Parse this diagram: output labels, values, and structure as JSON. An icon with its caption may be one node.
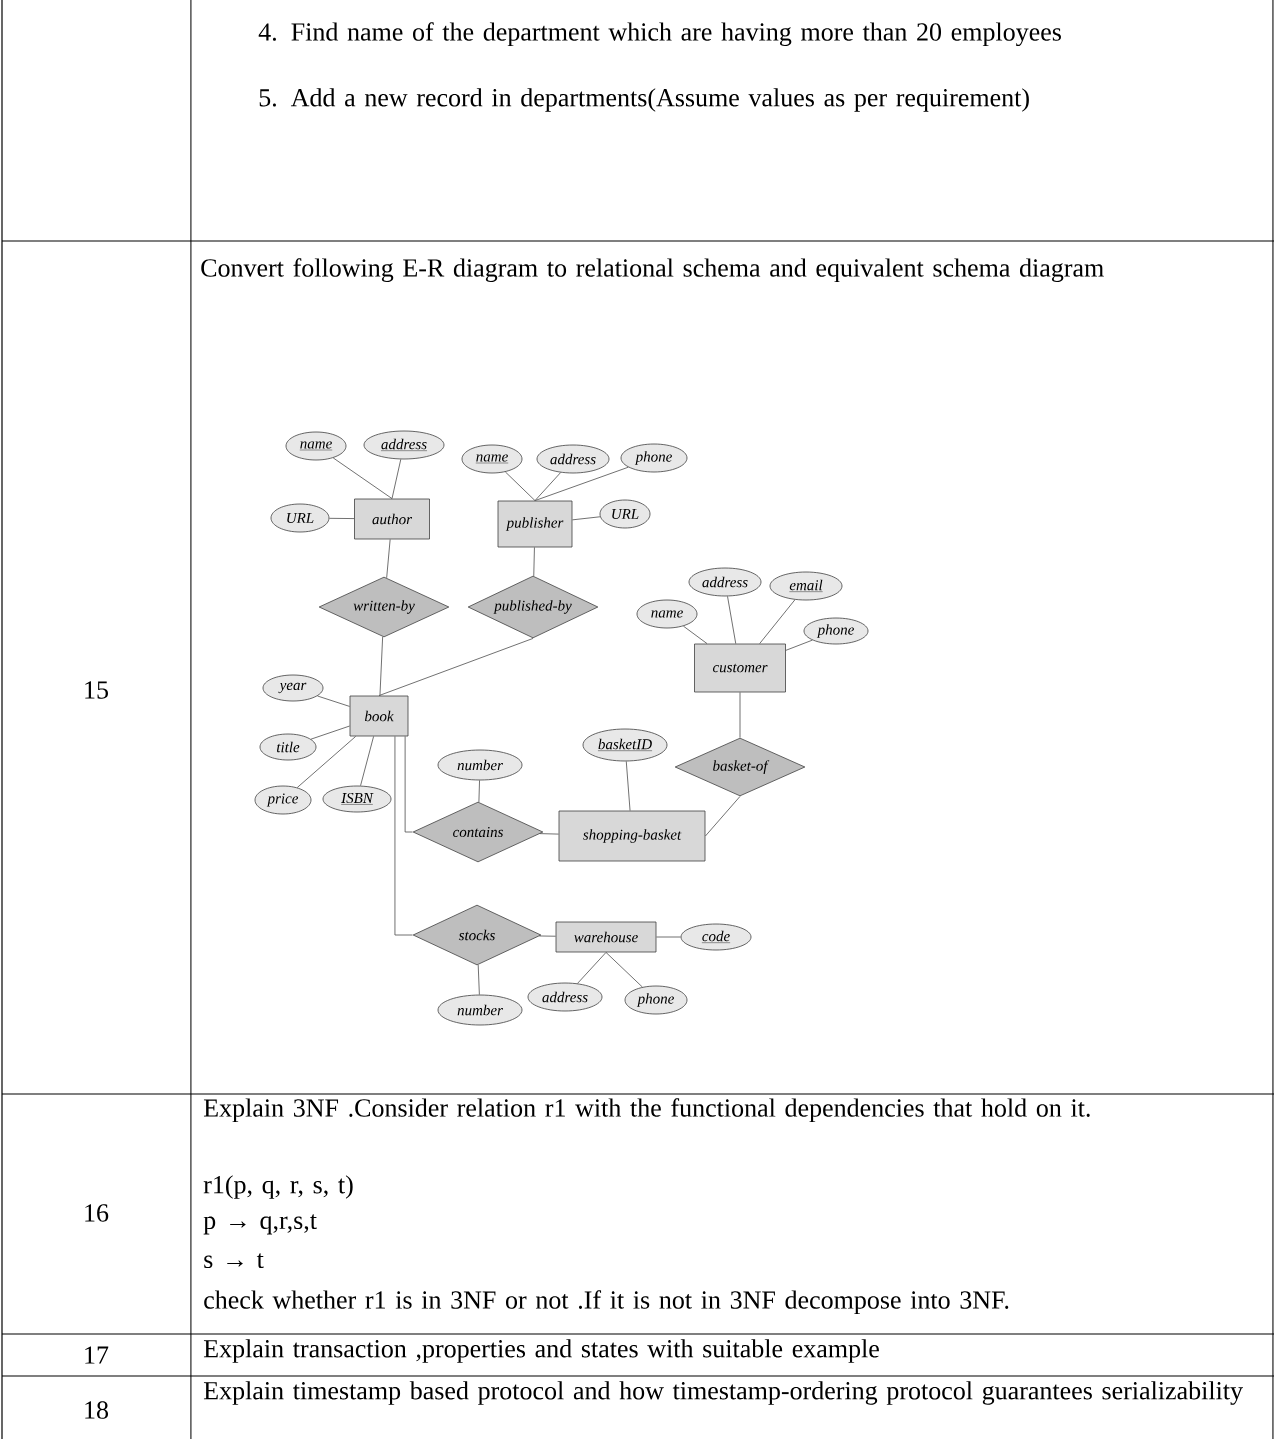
{
  "diagram": {
    "nodes": [
      {
        "text": [
          "name"
        ]
      },
      {
        "text": [
          "address"
        ]
      },
      {
        "text": [
          "URL"
        ]
      },
      {
        "text": [
          "author"
        ]
      },
      {
        "text": [
          "name"
        ]
      },
      {
        "text": [
          "address"
        ]
      },
      {
        "text": [
          "phone"
        ]
      },
      {
        "text": [
          "publisher"
        ]
      },
      {
        "text": [
          "URL"
        ]
      },
      {
        "text": [
          "written-by"
        ]
      },
      {
        "text": [
          "published-by"
        ]
      },
      {
        "text": [
          "address"
        ]
      },
      {
        "text": [
          "email"
        ]
      },
      {
        "text": [
          "name"
        ]
      },
      {
        "text": [
          "phone"
        ]
      },
      {
        "text": [
          "customer"
        ]
      },
      {
        "text": [
          "year"
        ]
      },
      {
        "text": [
          "book"
        ]
      },
      {
        "text": [
          "title"
        ]
      },
      {
        "text": [
          "price"
        ]
      },
      {
        "text": [
          "ISBN"
        ]
      },
      {
        "text": [
          "basketID"
        ]
      },
      {
        "text": [
          "number"
        ]
      },
      {
        "text": [
          "basket-of"
        ]
      },
      {
        "text": [
          "contains"
        ]
      },
      {
        "text": [
          "shopping-basket"
        ]
      },
      {
        "text": [
          "stocks"
        ]
      },
      {
        "text": [
          "warehouse"
        ]
      },
      {
        "text": [
          "code"
        ]
      },
      {
        "text": [
          "number"
        ]
      },
      {
        "text": [
          "address"
        ]
      },
      {
        "text": [
          "phone"
        ]
      }
    ],
    "edges": [
      {
        "from": 0,
        "to": 3,
        "arrow": "none"
      },
      {
        "from": 1,
        "to": 3,
        "arrow": "none"
      },
      {
        "from": 2,
        "to": 3,
        "arrow": "none"
      },
      {
        "from": 4,
        "to": 7,
        "arrow": "none"
      },
      {
        "from": 5,
        "to": 7,
        "arrow": "none"
      },
      {
        "from": 6,
        "to": 7,
        "arrow": "none"
      },
      {
        "from": 8,
        "to": 7,
        "arrow": "none"
      },
      {
        "from": 3,
        "to": 9,
        "arrow": "none"
      },
      {
        "from": 9,
        "to": 17,
        "arrow": "none"
      },
      {
        "from": 7,
        "to": 10,
        "arrow": "none"
      },
      {
        "from": 10,
        "to": 17,
        "arrow": "none"
      },
      {
        "from": 13,
        "to": 15,
        "arrow": "none"
      },
      {
        "from": 11,
        "to": 15,
        "arrow": "none"
      },
      {
        "from": 12,
        "to": 15,
        "arrow": "none"
      },
      {
        "from": 14,
        "to": 15,
        "arrow": "none"
      },
      {
        "from": 15,
        "to": 23,
        "arrow": "none"
      },
      {
        "from": 23,
        "to": 25,
        "arrow": "none"
      },
      {
        "from": 16,
        "to": 17,
        "arrow": "none"
      },
      {
        "from": 18,
        "to": 17,
        "arrow": "none"
      },
      {
        "from": 19,
        "to": 17,
        "arrow": "none"
      },
      {
        "from": 20,
        "to": 17,
        "arrow": "none"
      },
      {
        "from": 17,
        "to": 24,
        "arrow": "none"
      },
      {
        "from": 22,
        "to": 24,
        "arrow": "none"
      },
      {
        "from": 24,
        "to": 25,
        "arrow": "none"
      },
      {
        "from": 21,
        "to": 25,
        "arrow": "none"
      },
      {
        "from": 17,
        "to": 26,
        "arrow": "none"
      },
      {
        "from": 26,
        "to": 27,
        "arrow": "none"
      },
      {
        "from": 27,
        "to": 28,
        "arrow": "none"
      },
      {
        "from": 26,
        "to": 29,
        "arrow": "none"
      },
      {
        "from": 27,
        "to": 30,
        "arrow": "none"
      },
      {
        "from": 27,
        "to": 31,
        "arrow": "none"
      }
    ],
    "labels": [
      "4. Find name of the department which are having more than 20 employees",
      "5. Add a new record in departments(Assume values as per requirement)",
      "15",
      "Convert following E-R diagram to relational schema and equivalent schema diagram",
      "16",
      "Explain 3NF .Consider relation r1 with the functional dependencies that hold on it.",
      "r1(p, q, r, s, t)",
      "p → q,r,s,t",
      "s → t",
      "check whether r1 is in 3NF or not .If it is not in 3NF decompose into 3NF.",
      "17",
      "Explain transaction ,properties and states with suitable example",
      "18",
      "Explain timestamp based protocol and how timestamp-ordering protocol guarantees serializability"
    ]
  }
}
